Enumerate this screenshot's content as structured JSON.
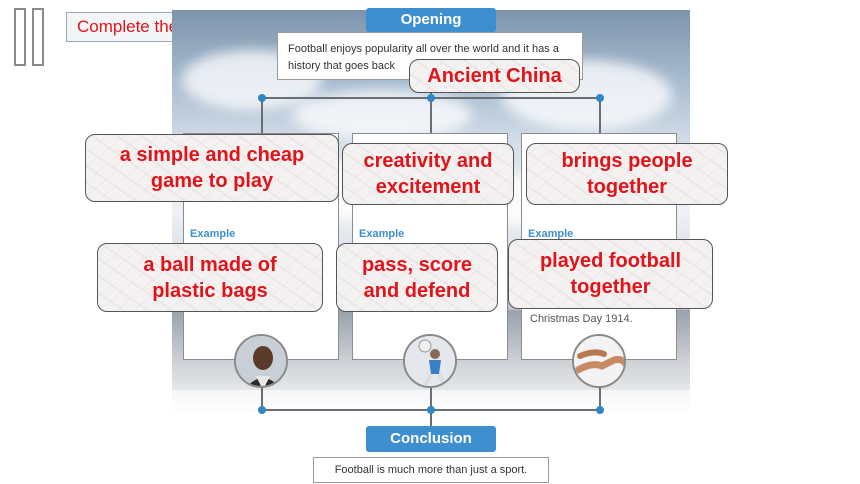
{
  "instruction": "Complete the chart",
  "opening": {
    "title": "Opening",
    "text": "Football enjoys popularity all over the world and it has a history that goes back"
  },
  "origin_answer": "Ancient China",
  "columns": [
    {
      "reason": [
        "a simple and cheap",
        "game to play"
      ],
      "example_label": "Example",
      "example": [
        "a ball made of",
        "plastic bags"
      ]
    },
    {
      "reason": [
        "creativity and",
        "excitement"
      ],
      "example_label": "Example",
      "example": [
        "pass, score",
        "and defend"
      ]
    },
    {
      "reason": [
        "brings people",
        "together"
      ],
      "example_label": "Example",
      "example": [
        "played football",
        "together"
      ],
      "background_text": "Christmas Day 1914."
    }
  ],
  "conclusion": {
    "title": "Conclusion",
    "text": "Football is much more than just a sport."
  },
  "colors": {
    "answer_text": "#e0141a",
    "header_blue": "#3d8fd0",
    "dot_blue": "#2e86c6"
  },
  "icons": [
    "player-portrait",
    "player-kicking",
    "handshake"
  ]
}
